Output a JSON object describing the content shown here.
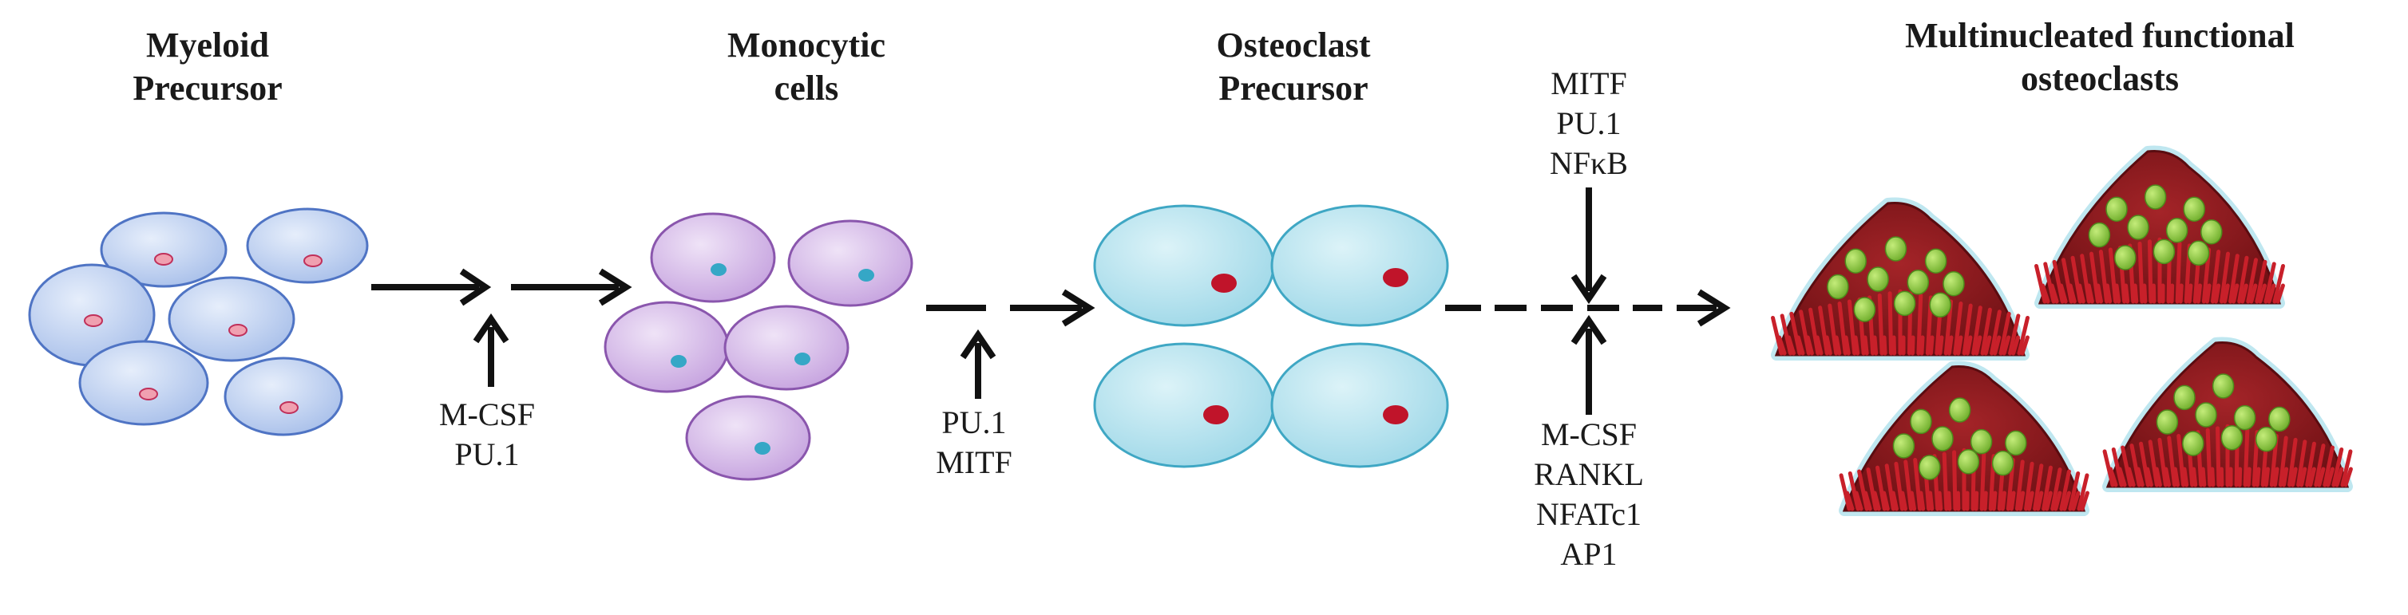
{
  "stages": [
    {
      "line1": "Myeloid",
      "line2": "Precursor"
    },
    {
      "line1": "Monocytic",
      "line2": "cells"
    },
    {
      "line1": "Osteoclast",
      "line2": "Precursor"
    },
    {
      "line1": "Multinucleated  functional",
      "line2": "osteoclasts"
    }
  ],
  "factors": {
    "step1": [
      "M-CSF",
      "PU.1"
    ],
    "step2": [
      "PU.1",
      "MITF"
    ],
    "step3_top": [
      "MITF",
      "PU.1",
      "NFκB"
    ],
    "step3_bottom": [
      "M-CSF",
      "RANKL",
      "NFATc1",
      "AP1"
    ]
  },
  "colors": {
    "myeloid_fill": "#c8d8f2",
    "myeloid_stroke": "#4f74c4",
    "myeloid_nucleus": "#f0a0b0",
    "monocytic_fill": "#dcc4ec",
    "monocytic_stroke": "#8a56ad",
    "monocytic_nucleus": "#35a7c6",
    "osteoclast_precursor_fill": "#bfe6f0",
    "osteoclast_precursor_stroke": "#3fa7c4",
    "osteoclast_precursor_nucleus": "#c0142a",
    "osteoclast_body": "#8b1a1e",
    "osteoclast_ruffle": "#c8202a",
    "osteoclast_halo": "#bfe7f0",
    "osteoclast_nucleus": "#8cc63f",
    "arrow": "#111111"
  }
}
